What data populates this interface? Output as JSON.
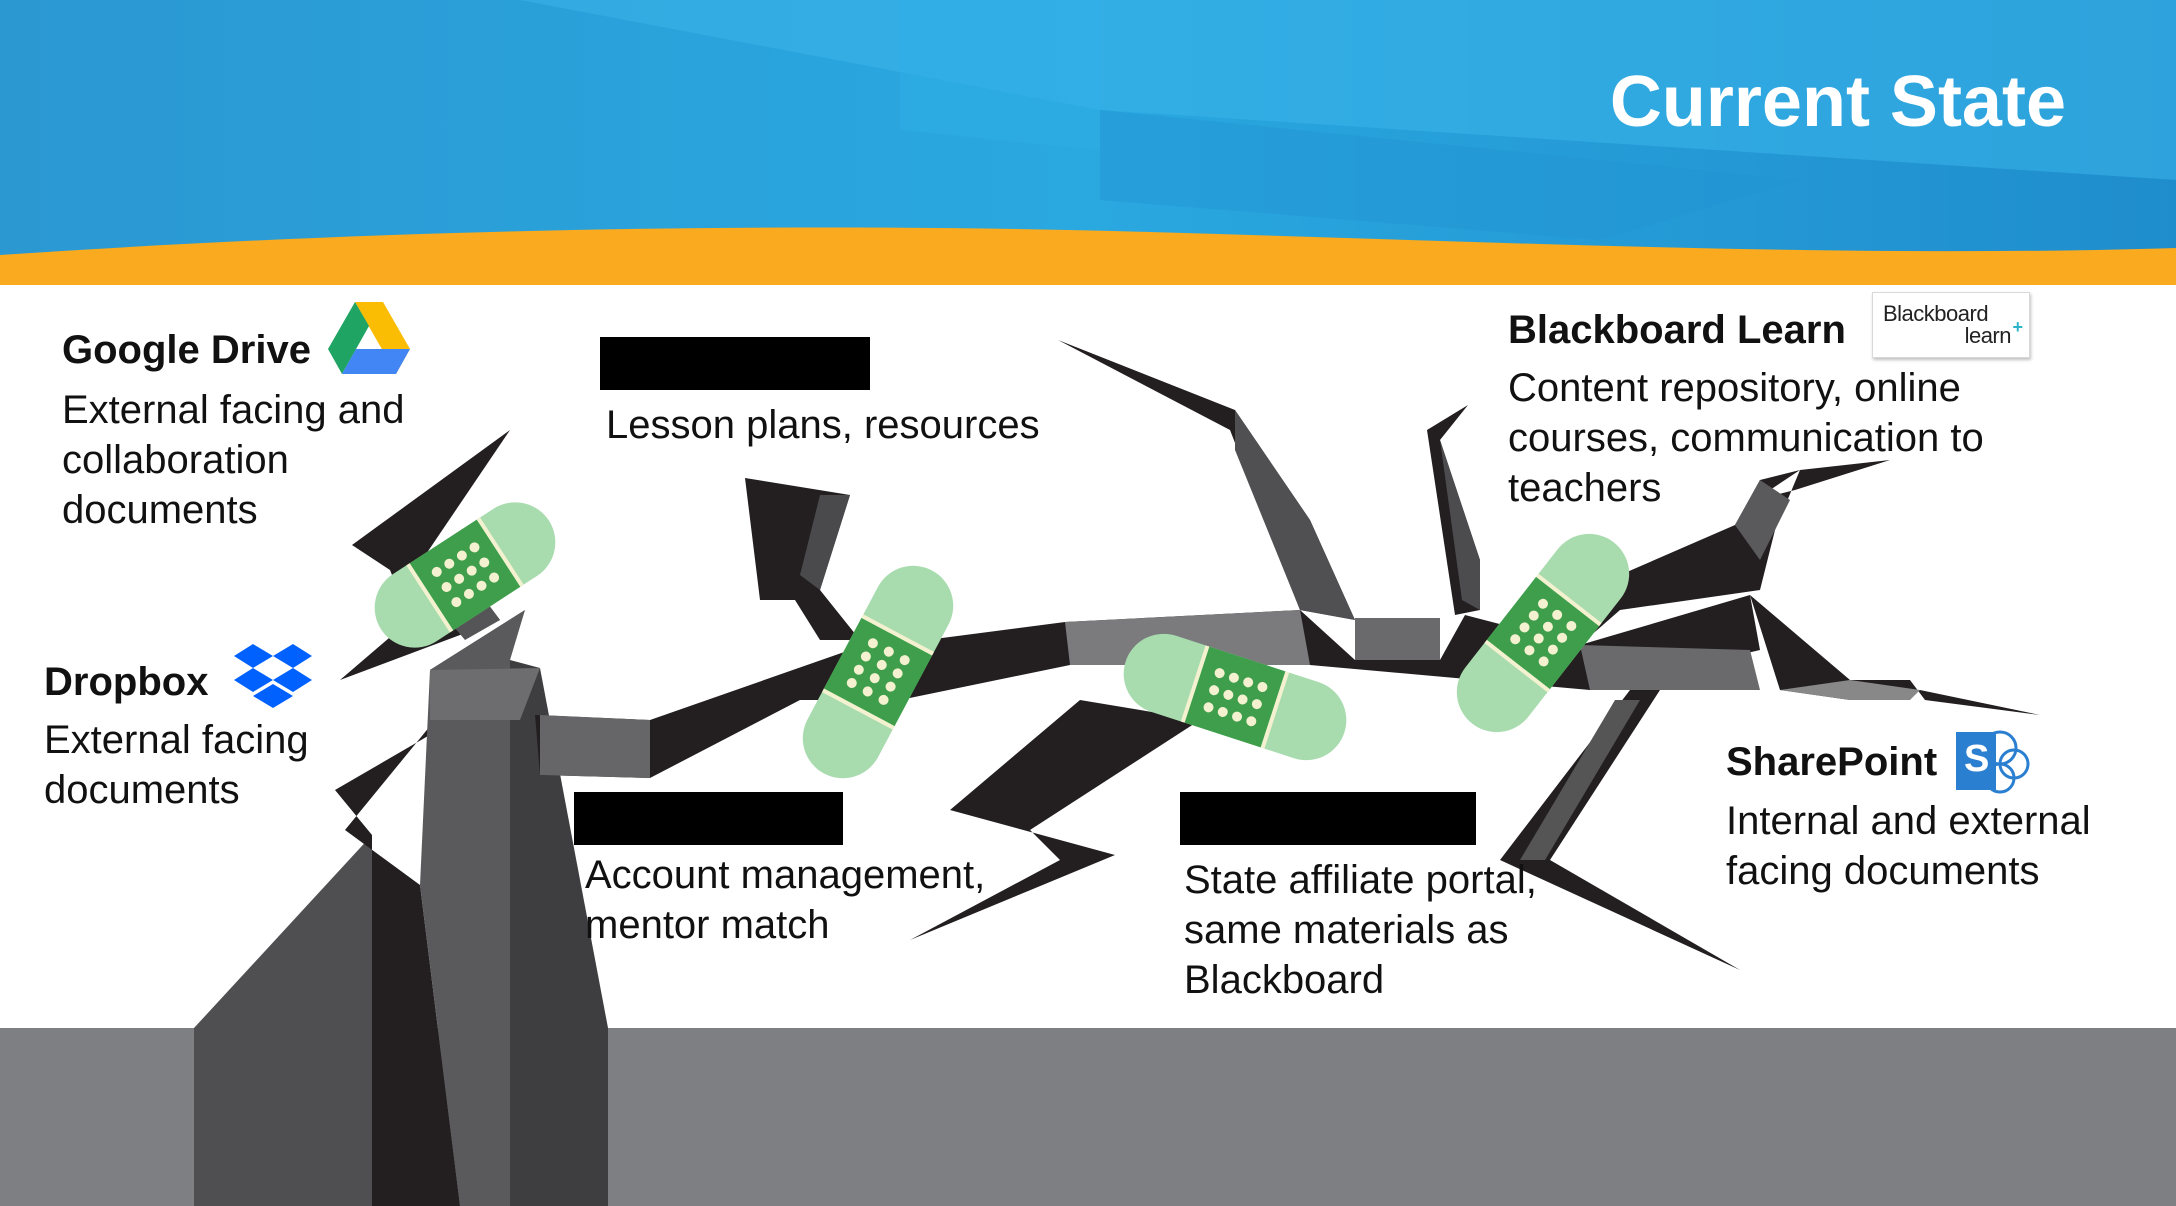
{
  "slide": {
    "title": "Current State"
  },
  "tools": {
    "google_drive": {
      "name": "Google Drive",
      "description": "External facing and\ncollaboration\ndocuments",
      "icon": "google-drive-icon"
    },
    "dropbox": {
      "name": "Dropbox",
      "description": "External facing\ndocuments",
      "icon": "dropbox-icon"
    },
    "redacted_1": {
      "description": "Lesson plans, resources"
    },
    "redacted_2": {
      "description": "Account management,\nmentor match"
    },
    "redacted_3": {
      "description": "State affiliate portal,\nsame materials as\nBlackboard"
    },
    "blackboard": {
      "name": "Blackboard Learn",
      "description": "Content repository, online\ncourses, communication to\nteachers",
      "icon": "blackboard-learn-logo",
      "logo_line1": "Blackboard",
      "logo_line2": "learn",
      "logo_plus": "+"
    },
    "sharepoint": {
      "name": "SharePoint",
      "description": "Internal and external\nfacing documents",
      "icon": "sharepoint-icon",
      "icon_letter": "S"
    }
  },
  "colors": {
    "banner_blue": "#2a9fd8",
    "banner_orange": "#f9aa1f",
    "ground_gray": "#7e7f82",
    "crack_dark": "#231f20",
    "bandage_green": "#a8dcae",
    "bandage_pad": "#3f9e4b"
  }
}
